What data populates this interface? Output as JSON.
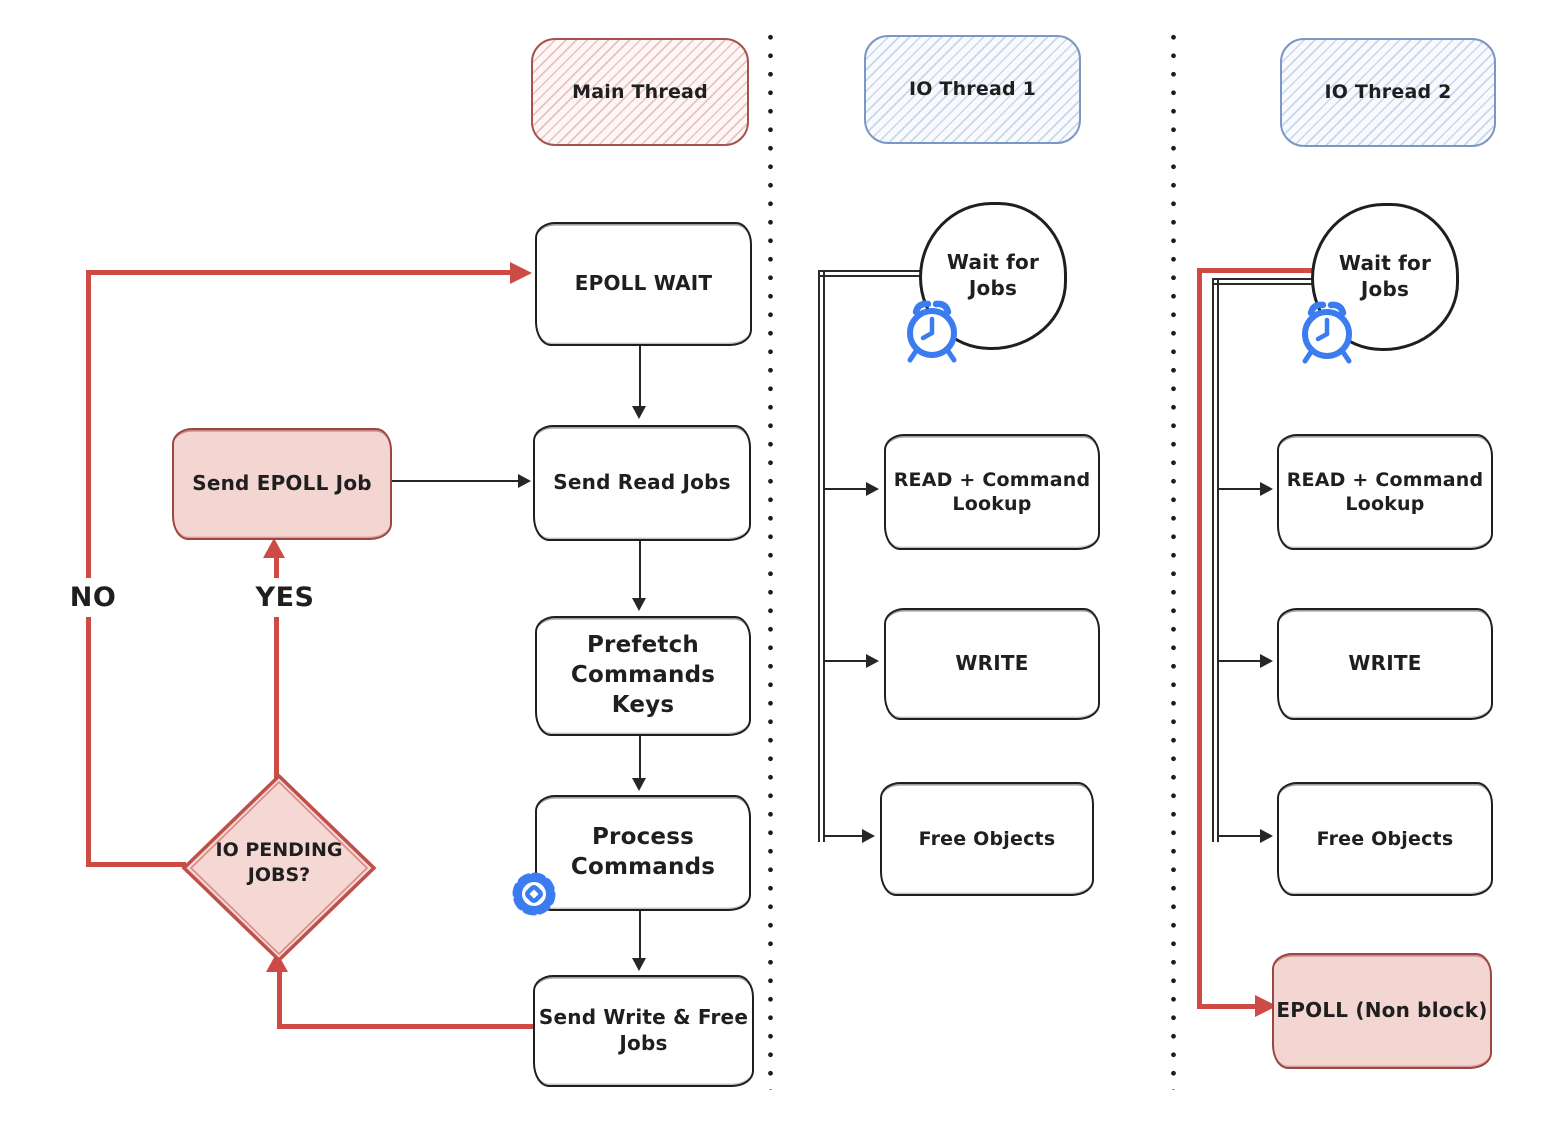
{
  "headers": {
    "main": "Main Thread",
    "io1": "IO Thread 1",
    "io2": "IO Thread 2"
  },
  "main_column": {
    "epoll_wait": "EPOLL WAIT",
    "send_read_jobs": "Send Read Jobs",
    "prefetch_commands_keys": "Prefetch\nCommands Keys",
    "process_commands": "Process\nCommands",
    "send_write_free_jobs": "Send Write & Free\nJobs",
    "send_epoll_job": "Send EPOLL Job",
    "decision": "IO PENDING\nJOBS?",
    "branch_no": "NO",
    "branch_yes": "YES"
  },
  "io_thread_1": {
    "wait_for_jobs": "Wait for\nJobs",
    "read_command_lookup": "READ + Command\nLookup",
    "write": "WRITE",
    "free_objects": "Free Objects"
  },
  "io_thread_2": {
    "wait_for_jobs": "Wait for\nJobs",
    "read_command_lookup": "READ + Command\nLookup",
    "write": "WRITE",
    "free_objects": "Free Objects",
    "epoll_non_block": "EPOLL (Non block)"
  },
  "icons": {
    "process_gear": "gear-icon",
    "io1_wait_clock": "alarm-clock-icon",
    "io2_wait_clock": "alarm-clock-icon"
  },
  "colors": {
    "red_accent": "#ce4b45",
    "pink_fill": "#f3d5d2",
    "pink_border": "#9d4540",
    "blue_icon": "#3b7cf0",
    "blue_header_border": "#7b97c7",
    "box_stroke": "#1f1f1f"
  }
}
